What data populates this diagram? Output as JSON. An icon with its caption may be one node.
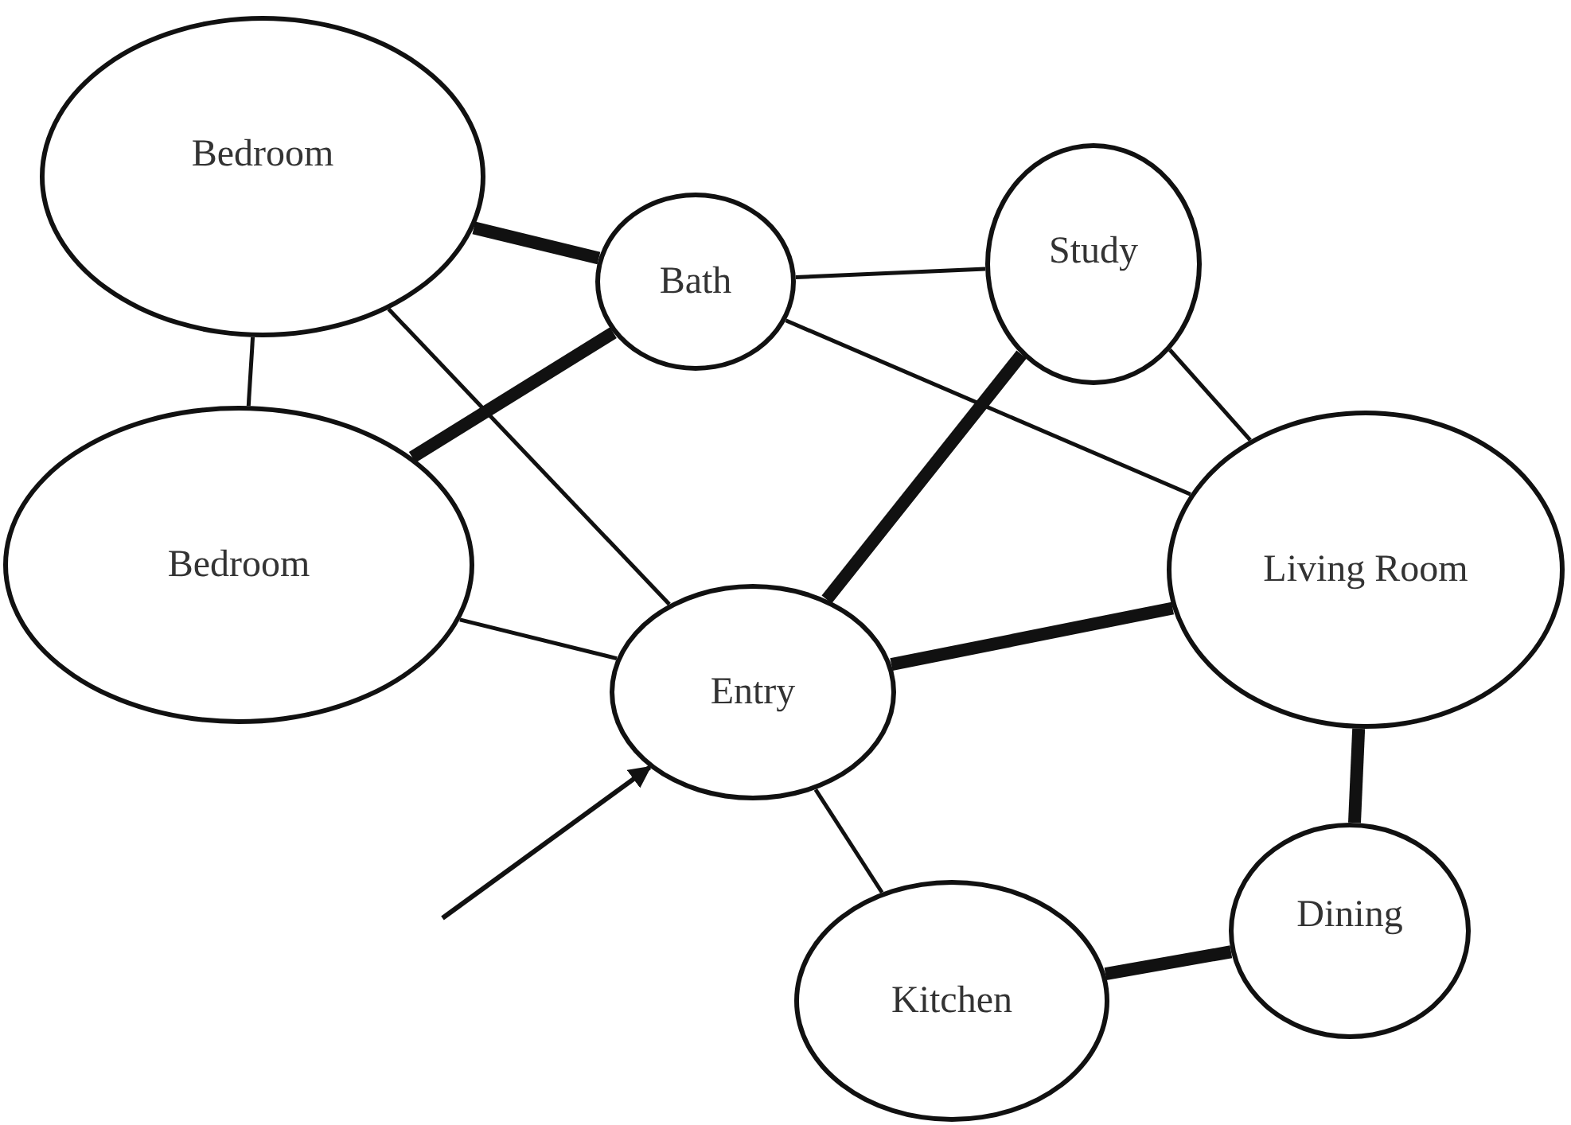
{
  "diagram": {
    "nodes": [
      {
        "text": [
          "Bedroom"
        ]
      },
      {
        "text": [
          "Bath"
        ]
      },
      {
        "text": [
          "Study"
        ]
      },
      {
        "text": [
          "Bedroom"
        ]
      },
      {
        "text": [
          "Living Room"
        ]
      },
      {
        "text": [
          "Entry"
        ]
      },
      {
        "text": [
          "Dining"
        ]
      },
      {
        "text": [
          "Kitchen"
        ]
      }
    ],
    "edges": [
      {
        "from": 0,
        "to": 1,
        "arrow": "none",
        "style": "thick"
      },
      {
        "from": 0,
        "to": 3,
        "arrow": "none"
      },
      {
        "from": 0,
        "to": 5,
        "arrow": "none"
      },
      {
        "from": 3,
        "to": 1,
        "arrow": "none",
        "style": "thick"
      },
      {
        "from": 1,
        "to": 2,
        "arrow": "none"
      },
      {
        "from": 1,
        "to": 4,
        "arrow": "none"
      },
      {
        "from": 2,
        "to": 5,
        "arrow": "none",
        "style": "thick"
      },
      {
        "from": 2,
        "to": 4,
        "arrow": "none"
      },
      {
        "from": 3,
        "to": 5,
        "arrow": "none"
      },
      {
        "from": 5,
        "to": 4,
        "arrow": "none",
        "style": "thick"
      },
      {
        "from": 4,
        "to": 6,
        "arrow": "none",
        "style": "thick"
      },
      {
        "from": 5,
        "to": 7,
        "arrow": "none"
      },
      {
        "from": 7,
        "to": 6,
        "arrow": "none",
        "style": "thick"
      },
      {
        "from": null,
        "to": 5,
        "arrow": "to"
      }
    ]
  }
}
